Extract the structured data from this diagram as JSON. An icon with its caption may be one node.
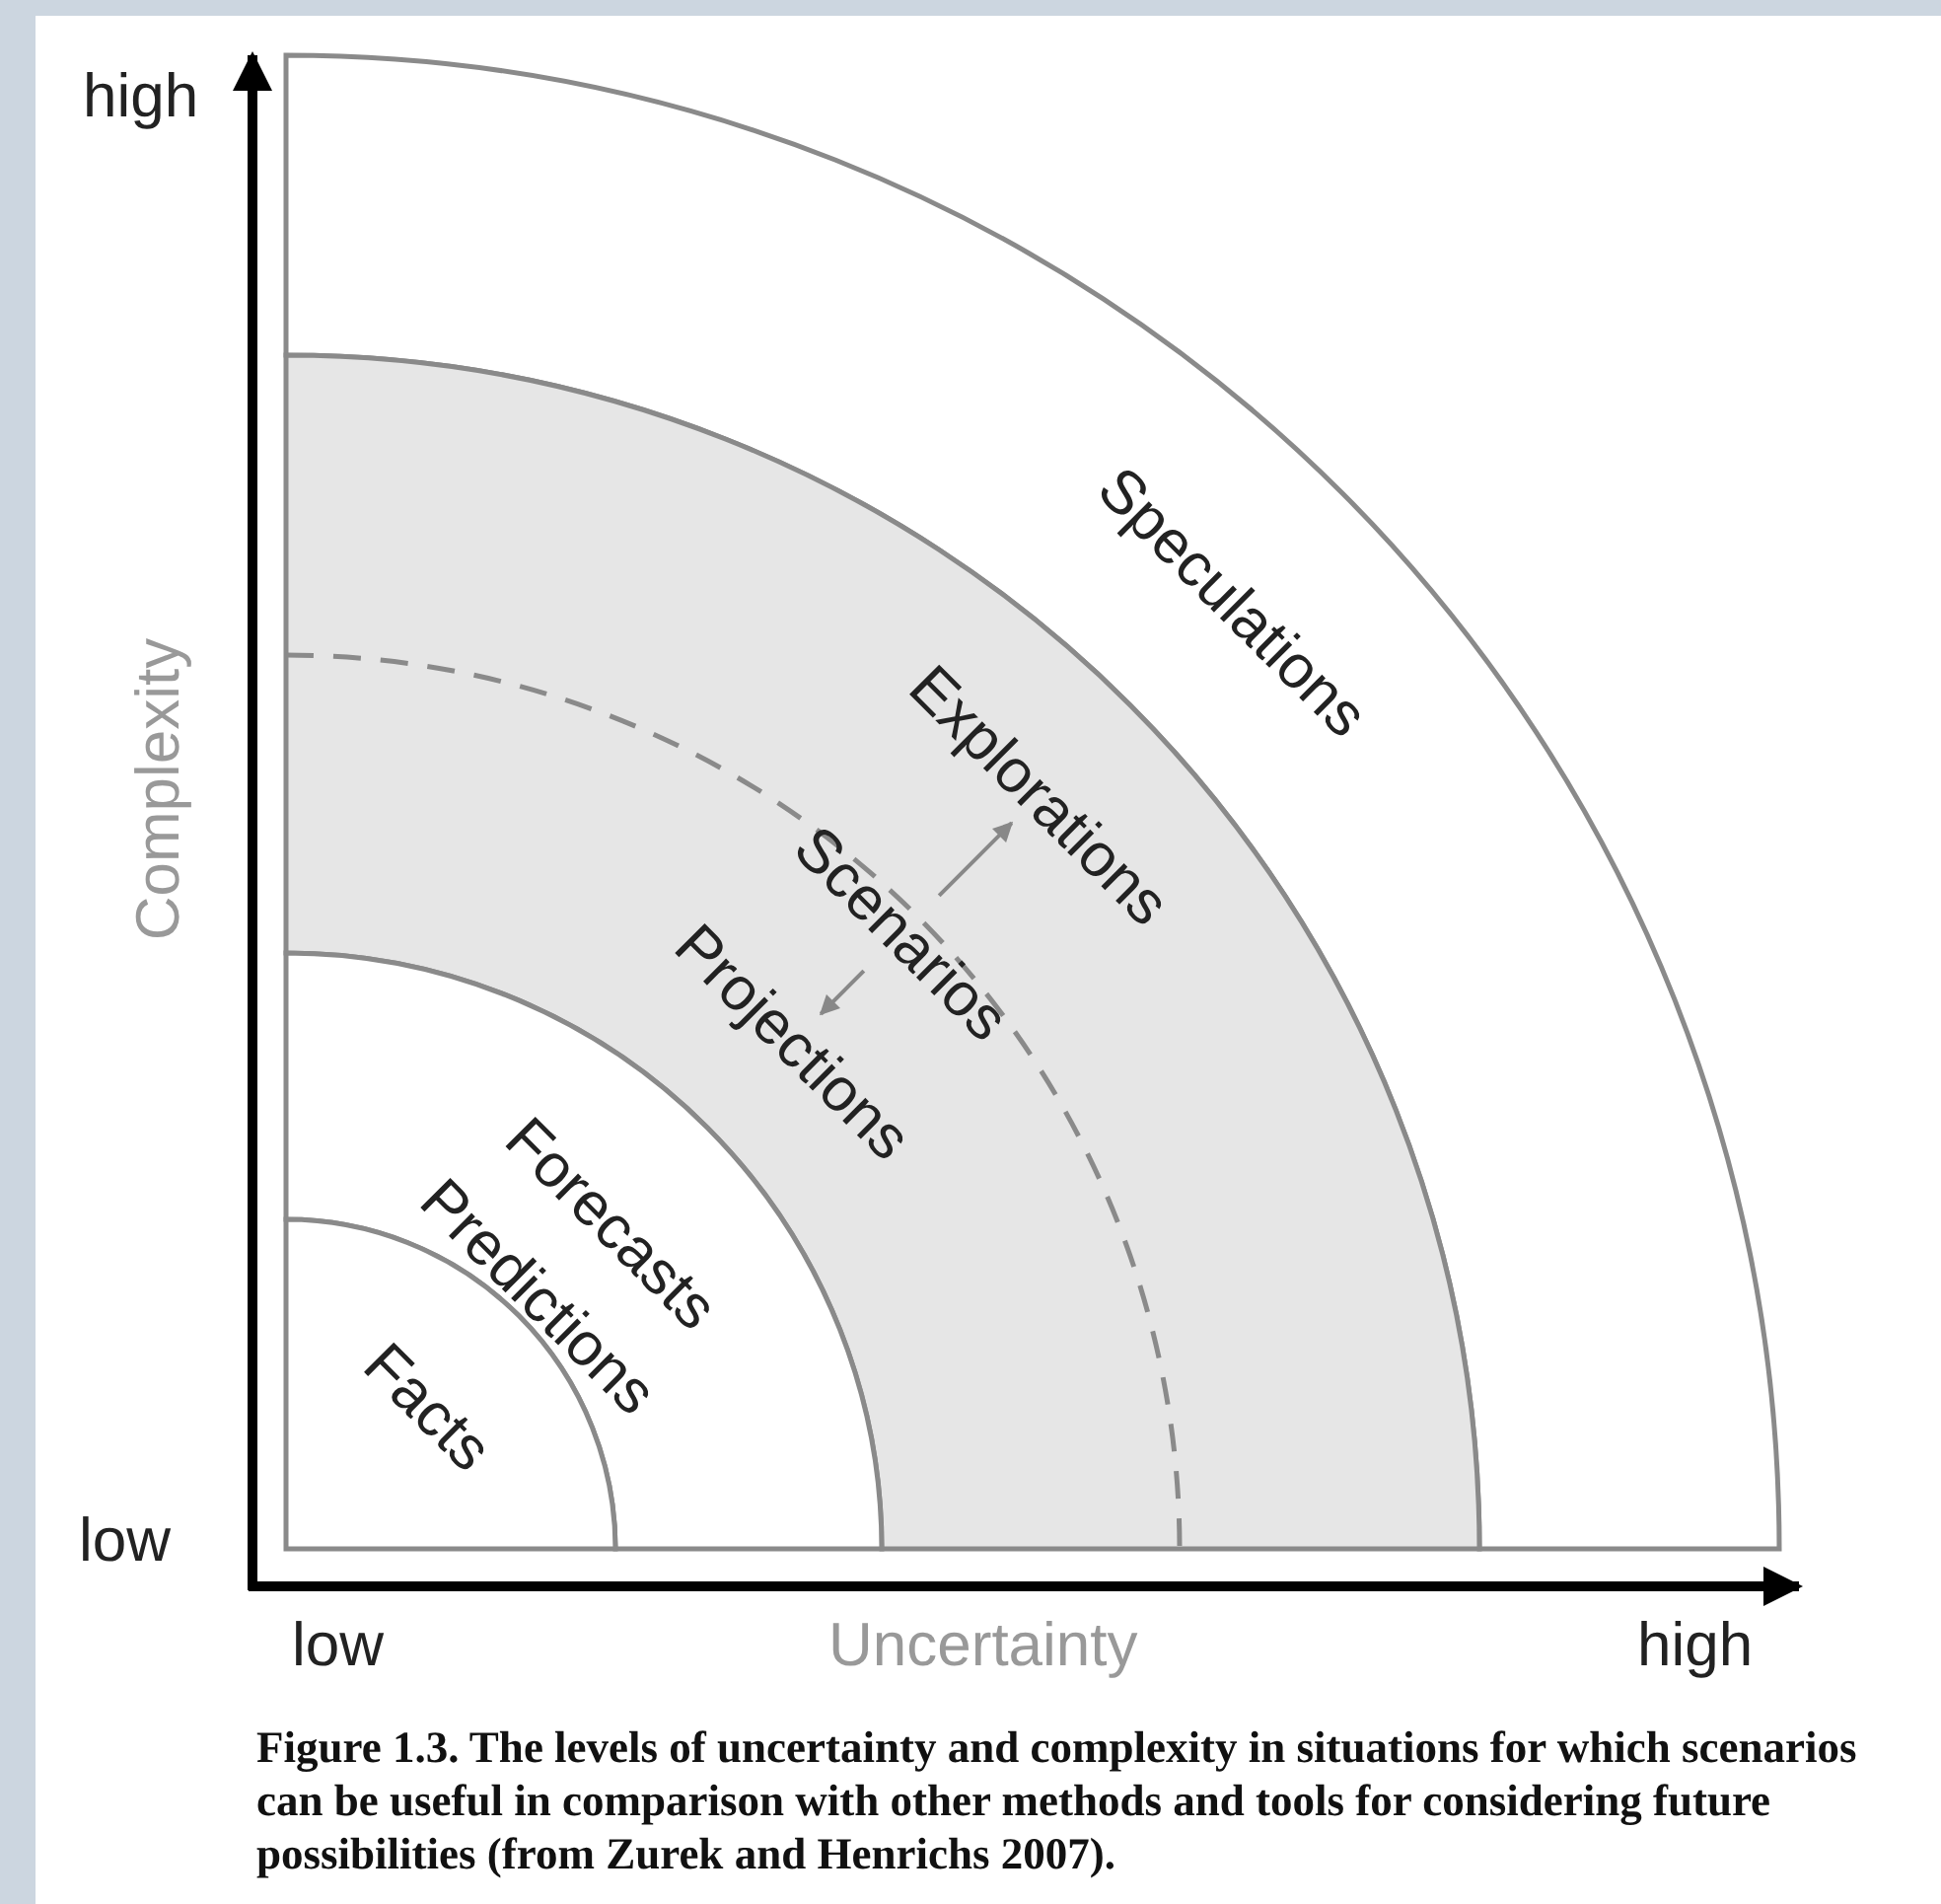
{
  "diagram": {
    "caption": "Figure 1.3. The levels of uncertainty and complexity in situations for which scenarios can be useful in comparison with other methods and tools for considering future possibilities (from Zurek and Henrichs 2007).",
    "nodes": [
      {
        "text": [
          "Speculations"
        ]
      },
      {
        "text": [],
        "shape": "band"
      },
      {
        "text": [
          "Explorations"
        ],
        "in": 1
      },
      {
        "text": [
          "Scenarios"
        ],
        "in": 1
      },
      {
        "text": [
          "Projections"
        ],
        "in": 1
      },
      {
        "text": [
          "Forecasts",
          "Predictions"
        ]
      },
      {
        "text": [
          "Facts"
        ]
      }
    ],
    "edges": [
      {
        "from": 3,
        "to": 2,
        "arrow": "to",
        "color": "#888888"
      },
      {
        "from": 3,
        "to": 4,
        "arrow": "to",
        "color": "#888888"
      }
    ],
    "labels": [
      "high",
      "Complexity",
      "low",
      "low",
      "Uncertainty",
      "high"
    ]
  }
}
